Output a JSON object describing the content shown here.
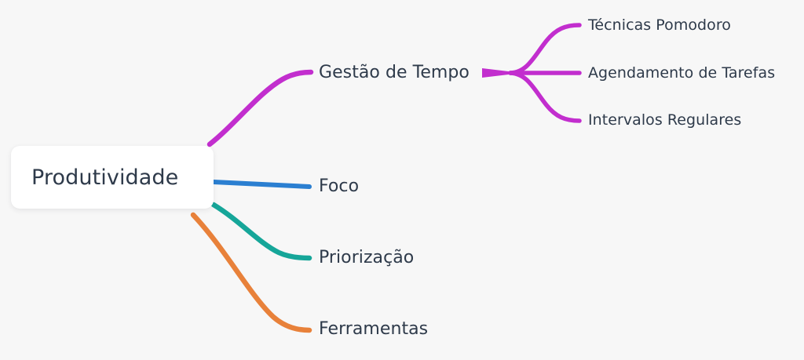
{
  "diagram": {
    "type": "mind-map",
    "background_color": "#f7f7f7",
    "root": {
      "label": "Produtividade",
      "box_color": "#ffffff",
      "text_color": "#2e3a4a"
    },
    "branches": [
      {
        "label": "Gestão de Tempo",
        "color": "#c22ece",
        "children": [
          {
            "label": "Técnicas Pomodoro",
            "color": "#c22ece"
          },
          {
            "label": "Agendamento de Tarefas",
            "color": "#c22ece"
          },
          {
            "label": "Intervalos Regulares",
            "color": "#c22ece"
          }
        ]
      },
      {
        "label": "Foco",
        "color": "#2b7fd1",
        "children": []
      },
      {
        "label": "Priorização",
        "color": "#16a699",
        "children": []
      },
      {
        "label": "Ferramentas",
        "color": "#e8813a",
        "children": []
      }
    ]
  }
}
